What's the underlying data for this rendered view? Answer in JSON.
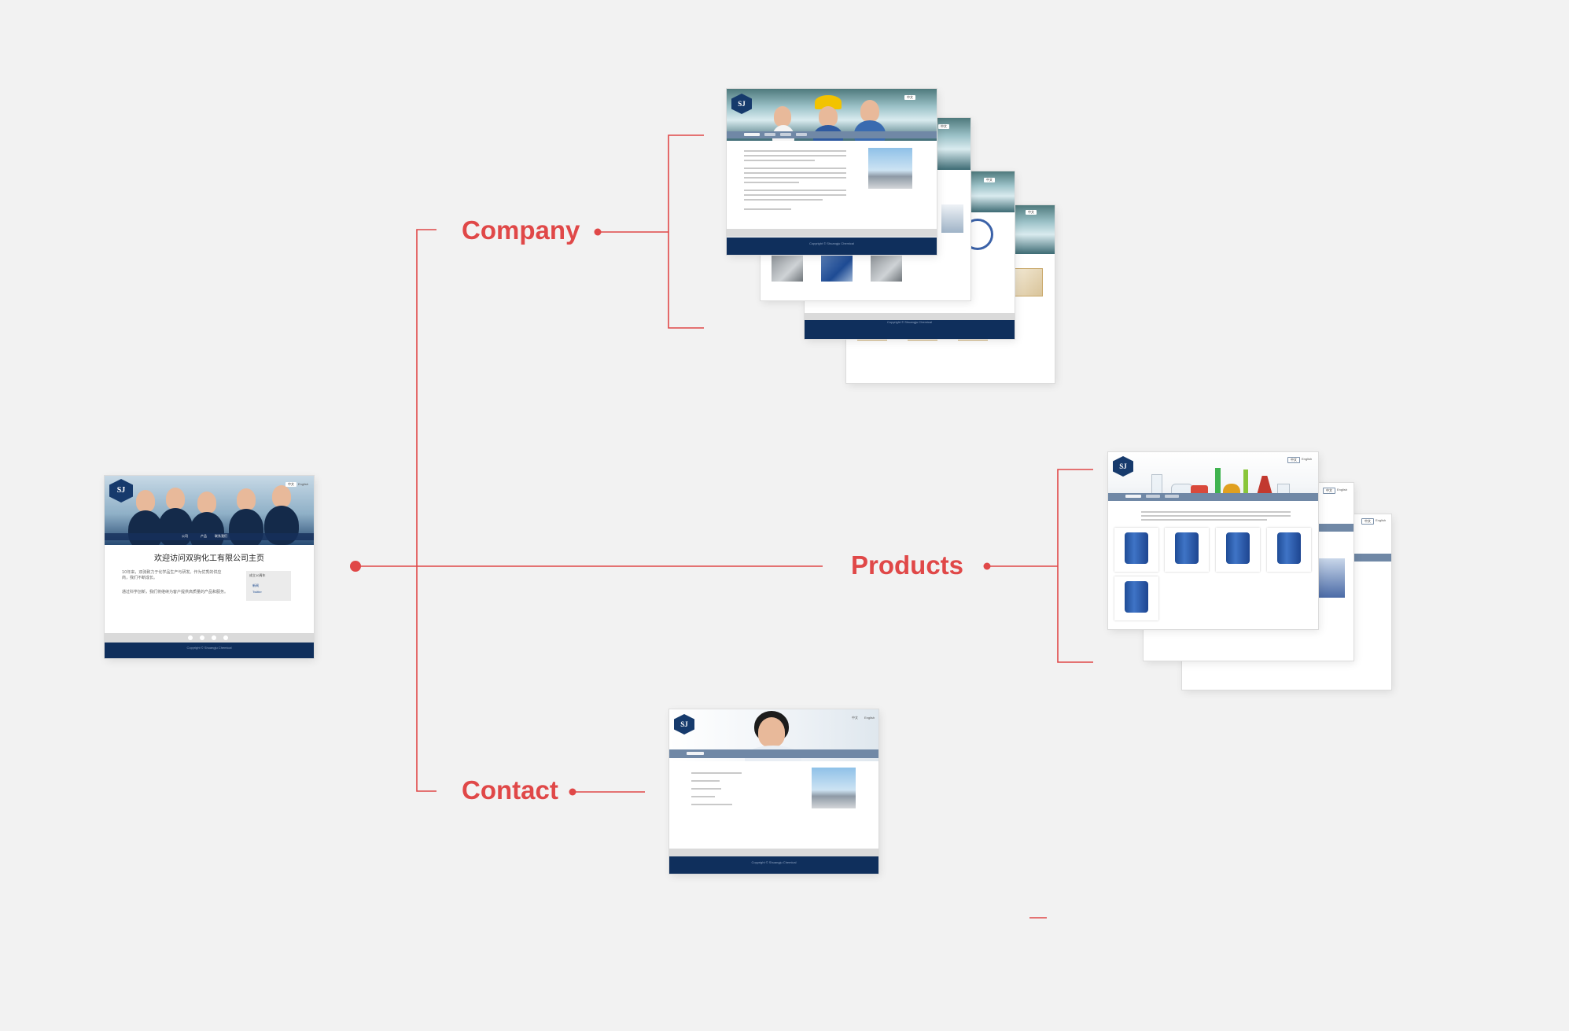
{
  "diagram": {
    "branches": [
      {
        "id": "company",
        "label": "Company"
      },
      {
        "id": "products",
        "label": "Products"
      },
      {
        "id": "contact",
        "label": "Contact"
      }
    ]
  },
  "site": {
    "logo": "SJ",
    "lang_button": "中文",
    "lang_link": "English",
    "home": {
      "title": "欢迎访问双驹化工有限公司主页",
      "intro_1": "10年来，双驹致力于化学品生产与研发。作为优秀的供应商，我们不断成长。",
      "intro_2": "通过科学创新，我们将继续为客户提供高质量的产品和服务。",
      "sidebar_title": "成立10周年",
      "sidebar_link_1": "新闻",
      "sidebar_link_2": "Twitter",
      "nav_1": "公司",
      "nav_2": "产品",
      "nav_3": "联系我们"
    },
    "footer_text": "Copyright © Shuangju Chemical"
  },
  "colors": {
    "accent": "#e04848",
    "navy": "#0f2f5c",
    "background": "#f2f2f2"
  }
}
